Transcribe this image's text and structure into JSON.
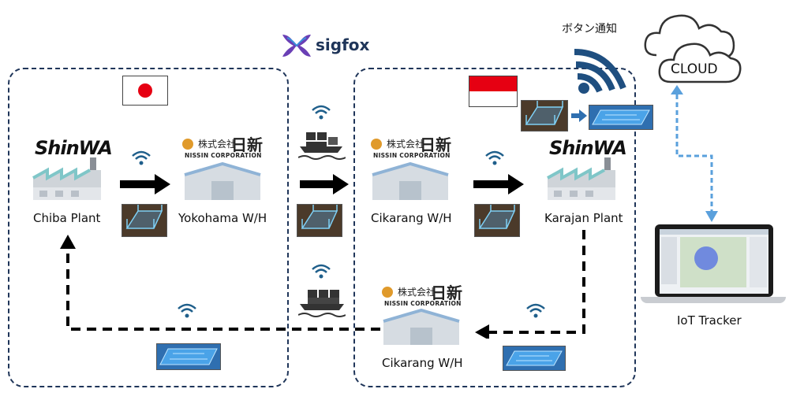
{
  "title": {
    "sigfox": "sigfox"
  },
  "japan": {
    "factory_logo": "ShinWA",
    "plant_label": "Chiba Plant",
    "warehouse_logo_jp": "株式会社",
    "warehouse_logo_kanji": "日新",
    "warehouse_logo_en": "NISSIN CORPORATION",
    "warehouse_label": "Yokohama W/H"
  },
  "indonesia": {
    "warehouse_logo_jp": "株式会社",
    "warehouse_logo_kanji": "日新",
    "warehouse_logo_en": "NISSIN CORPORATION",
    "warehouse_label": "Cikarang W/H",
    "factory_logo": "ShinWA",
    "plant_label": "Karajan Plant",
    "return_logo_jp": "株式会社",
    "return_logo_kanji": "日新",
    "return_logo_en": "NISSIN CORPORATION",
    "return_warehouse_label": "Cikarang W/H"
  },
  "cloud": {
    "button_notify": "ボタン通知",
    "label": "CLOUD"
  },
  "tracker": {
    "label": "IoT Tracker"
  },
  "colors": {
    "region_border": "#1f3559",
    "arrow": "#000000",
    "wifi": "#1f5f8b",
    "cloud_link": "#5aa0dc",
    "sigfox_brand": "#6a3fb5"
  }
}
